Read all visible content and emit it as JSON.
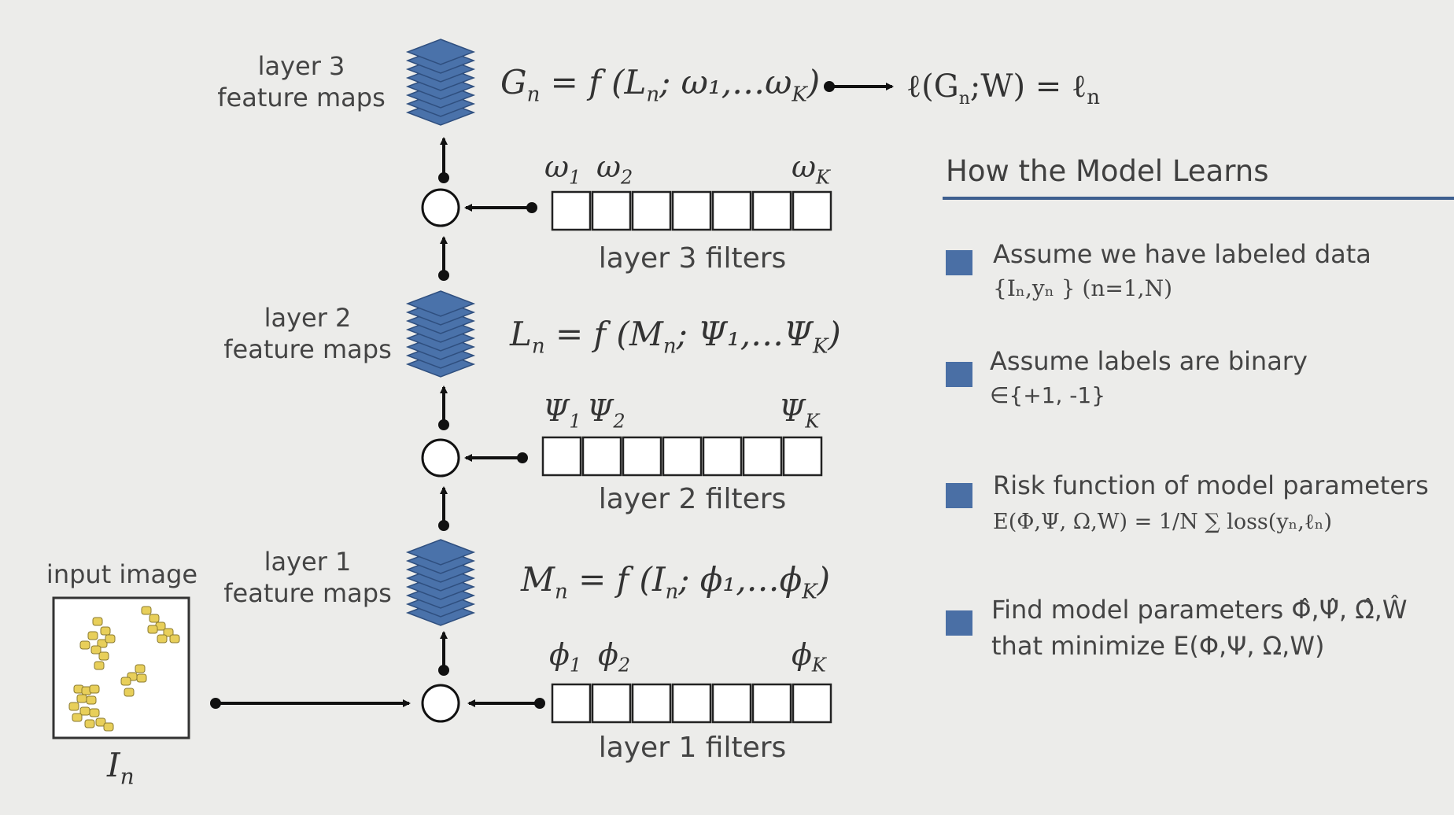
{
  "diagram": {
    "layer3_label": [
      "layer 3",
      "feature maps"
    ],
    "layer2_label": [
      "layer 2",
      "feature maps"
    ],
    "layer1_label": [
      "layer 1",
      "feature maps"
    ],
    "input_label": "input image",
    "input_symbol": "I",
    "input_symbol_sub": "n",
    "eq3": {
      "lhs": "G",
      "sub": "n",
      "rhs": " = f (L",
      "rhs_sub": "n",
      "args": "; ω₁,…ω",
      "args_sub": "K",
      "close": ")"
    },
    "loss_eq": {
      "pre": "ℓ(G",
      "sub": "n",
      "mid": ";W) = ℓ",
      "end_sub": "n"
    },
    "eq2": {
      "lhs": "L",
      "sub": "n",
      "rhs": " = f (M",
      "rhs_sub": "n",
      "args": "; Ψ₁,…Ψ",
      "args_sub": "K",
      "close": ")"
    },
    "eq1": {
      "lhs": "M",
      "sub": "n",
      "rhs": " = f (I",
      "rhs_sub": "n",
      "args": "; ϕ₁,…ϕ",
      "args_sub": "K",
      "close": ")"
    },
    "filters3": {
      "label": "layer 3 filters",
      "first": "ω",
      "first_sub": "1",
      "second": "ω",
      "second_sub": "2",
      "last": "ω",
      "last_sub": "K",
      "count": 7
    },
    "filters2": {
      "label": "layer 2 filters",
      "first": "Ψ",
      "first_sub": "1",
      "second": "Ψ",
      "second_sub": "2",
      "last": "Ψ",
      "last_sub": "K",
      "count": 7
    },
    "filters1": {
      "label": "layer 1 filters",
      "first": "ϕ",
      "first_sub": "1",
      "second": "ϕ",
      "second_sub": "2",
      "last": "ϕ",
      "last_sub": "K",
      "count": 7
    }
  },
  "panel": {
    "title": "How the Model Learns",
    "bullets": [
      {
        "text": "Assume we have labeled data",
        "sub": "{Iₙ,yₙ } (n=1,N)"
      },
      {
        "text": "Assume labels are binary",
        "sub": "∈{+1, -1}"
      },
      {
        "text": "Risk function of model parameters",
        "sub": "E(Φ,Ψ, Ω,W) = 1/N ∑ loss(yₙ,ℓₙ)"
      },
      {
        "text": "Find model parameters Φ̂,Ψ̂, Ω̂,Ŵ",
        "sub": "that minimize E(Φ,Ψ, Ω,W)"
      }
    ]
  },
  "colors": {
    "accent": "#4a6fa5",
    "rule": "#3e5f8f",
    "stack": "#4a72aa",
    "stack_edge": "#2f4f7f",
    "blob": "#e8cf5a"
  }
}
